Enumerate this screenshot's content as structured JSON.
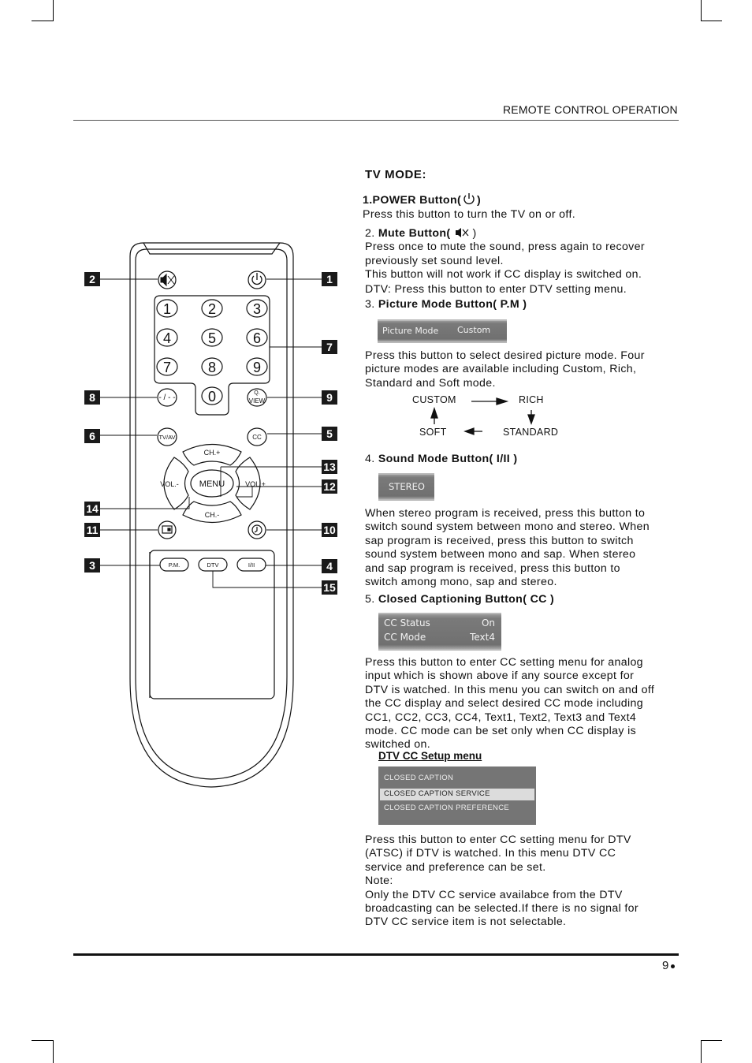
{
  "header": {
    "section_title": "REMOTE CONTROL OPERATION"
  },
  "page_number": "9",
  "tv_mode_title": "TV MODE:",
  "power": {
    "heading": "1.POWER Button(",
    "heading_close": ")",
    "text": "Press this button to turn the TV on or off.",
    "icon": "power-icon"
  },
  "mute": {
    "number": "2.",
    "heading": "Mute Button(",
    "heading_close": ")",
    "icon": "mute-icon",
    "lines": [
      "Press once to mute the sound, press again to recover",
      "previously set sound level.",
      "This button will not work if CC display is switched on.",
      "DTV: Press this button to enter DTV setting menu."
    ]
  },
  "picture_mode": {
    "number": "3.",
    "heading": "Picture Mode Button( P.M )",
    "osd": {
      "label": "Picture Mode",
      "value": "Custom"
    },
    "lines": [
      "Press this button to select desired picture mode. Four",
      "picture modes are available including Custom, Rich,",
      "Standard and Soft mode."
    ],
    "cycle": {
      "custom": "CUSTOM",
      "rich": "RICH",
      "standard": "STANDARD",
      "soft": "SOFT"
    }
  },
  "sound_mode": {
    "number": "4.",
    "heading": "Sound Mode Button( I/II )",
    "osd": {
      "label": "STEREO"
    },
    "lines": [
      "When stereo program is received, press this button to",
      "switch sound system between mono and stereo. When",
      "sap program is received, press this button to switch",
      "sound system between mono and sap. When stereo",
      "and sap program is received, press this button to",
      "switch among mono, sap and stereo."
    ]
  },
  "closed_caption": {
    "number": "5.",
    "heading": "Closed Captioning Button( CC )",
    "osd": {
      "status_label": "CC Status",
      "status_value": "On",
      "mode_label": "CC Mode",
      "mode_value": "Text4"
    },
    "lines": [
      "Press this button to enter CC setting menu for analog",
      "input which is shown above if any source except for",
      "DTV is watched. In this menu you can switch on and off",
      "the CC display and select desired CC mode including",
      "CC1, CC2, CC3, CC4, Text1, Text2, Text3 and Text4",
      "mode. CC mode can be set only when CC display is",
      "switched on."
    ],
    "dtv_menu_title": "DTV CC Setup menu",
    "dtv_menu_items": [
      "CLOSED CAPTION",
      "CLOSED CAPTION SERVICE",
      "CLOSED CAPTION PREFERENCE"
    ],
    "dtv_lines": [
      "Press this button to enter CC setting menu for DTV",
      "(ATSC) if DTV is watched. In this menu DTV CC",
      "service and preference can be set.",
      "Note:",
      "Only the DTV CC service availabce from the DTV",
      "broadcasting can be selected.If there is no signal for",
      "DTV CC service item is not selectable."
    ]
  },
  "remote": {
    "digits": [
      "1",
      "2",
      "3",
      "4",
      "5",
      "6",
      "7",
      "8",
      "9",
      "0"
    ],
    "dash_label": "- / - -",
    "qview_label_1": "Q.",
    "qview_label_2": "VIEW",
    "tvav_label": "TV/AV",
    "cc_label": "CC",
    "ch_up_label": "CH.+",
    "ch_down_label": "CH.-",
    "vol_down_label": "VOL.-",
    "vol_up_label": "VOL.+",
    "menu_label": "MENU",
    "pm_label": "P.M.",
    "dtv_label": "DTV",
    "i_ii_label": "I/II",
    "callouts": {
      "c1": "1",
      "c2": "2",
      "c3": "3",
      "c4": "4",
      "c5": "5",
      "c6": "6",
      "c7": "7",
      "c8": "8",
      "c9": "9",
      "c10": "10",
      "c11": "11",
      "c12": "12",
      "c13": "13",
      "c14": "14",
      "c15": "15"
    }
  }
}
